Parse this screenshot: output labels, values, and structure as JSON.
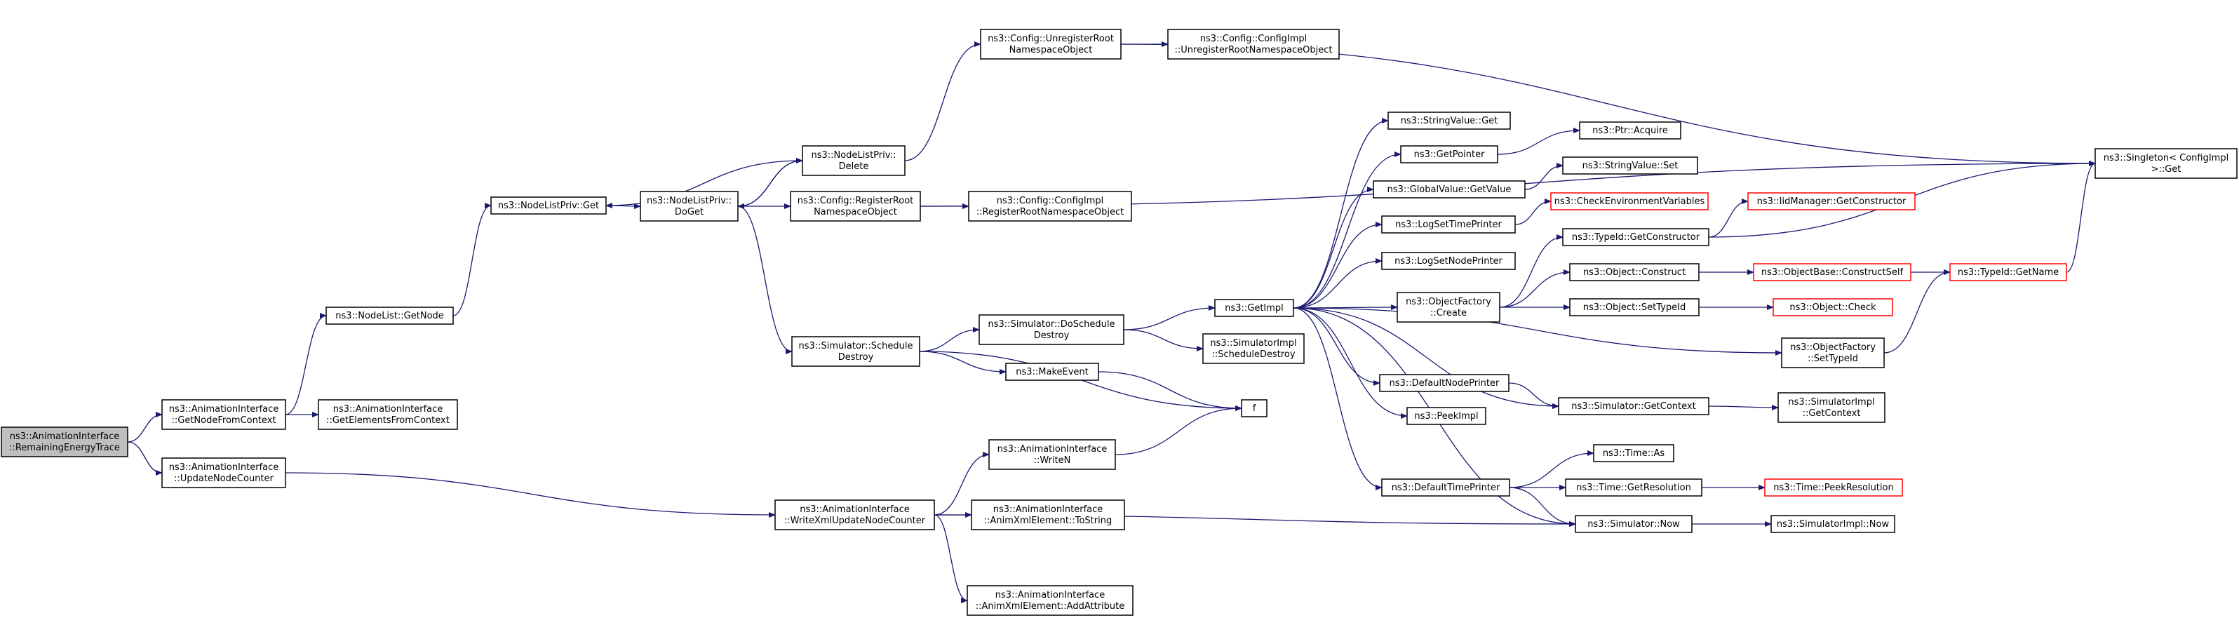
{
  "colors": {
    "edge": "#191970",
    "node_border": "#000000",
    "node_border_truncated": "#ff0000",
    "node_fill": "#ffffff",
    "root_fill": "#bfbfbf"
  },
  "nodes": [
    {
      "id": "n1",
      "lines": [
        "ns3::AnimationInterface",
        "::RemainingEnergyTrace"
      ],
      "style": "root"
    },
    {
      "id": "n2",
      "lines": [
        "ns3::AnimationInterface",
        "::GetNodeFromContext"
      ],
      "style": "normal"
    },
    {
      "id": "n3",
      "lines": [
        "ns3::AnimationInterface",
        "::UpdateNodeCounter"
      ],
      "style": "normal"
    },
    {
      "id": "n4",
      "lines": [
        "ns3::NodeList::GetNode"
      ],
      "style": "normal"
    },
    {
      "id": "n5",
      "lines": [
        "ns3::AnimationInterface",
        "::GetElementsFromContext"
      ],
      "style": "normal"
    },
    {
      "id": "n6",
      "lines": [
        "ns3::NodeListPriv::Get"
      ],
      "style": "normal"
    },
    {
      "id": "n7",
      "lines": [
        "ns3::NodeListPriv::",
        "DoGet"
      ],
      "style": "normal"
    },
    {
      "id": "n8",
      "lines": [
        "ns3::NodeListPriv::",
        "Delete"
      ],
      "style": "normal"
    },
    {
      "id": "n9",
      "lines": [
        "ns3::Config::RegisterRoot",
        "NamespaceObject"
      ],
      "style": "normal"
    },
    {
      "id": "n10",
      "lines": [
        "ns3::Config::ConfigImpl",
        "::RegisterRootNamespaceObject"
      ],
      "style": "normal"
    },
    {
      "id": "n11",
      "lines": [
        "ns3::Config::UnregisterRoot",
        "NamespaceObject"
      ],
      "style": "normal"
    },
    {
      "id": "n12",
      "lines": [
        "ns3::Config::ConfigImpl",
        "::UnregisterRootNamespaceObject"
      ],
      "style": "normal"
    },
    {
      "id": "n13",
      "lines": [
        "ns3::Simulator::Schedule",
        "Destroy"
      ],
      "style": "normal"
    },
    {
      "id": "n14",
      "lines": [
        "ns3::Simulator::DoSchedule",
        "Destroy"
      ],
      "style": "normal"
    },
    {
      "id": "n15",
      "lines": [
        "ns3::MakeEvent"
      ],
      "style": "normal"
    },
    {
      "id": "n16",
      "lines": [
        "f"
      ],
      "style": "normal"
    },
    {
      "id": "n17",
      "lines": [
        "ns3::GetImpl"
      ],
      "style": "normal"
    },
    {
      "id": "n18",
      "lines": [
        "ns3::SimulatorImpl",
        "::ScheduleDestroy"
      ],
      "style": "normal"
    },
    {
      "id": "n19",
      "lines": [
        "ns3::AnimationInterface",
        "::WriteXmlUpdateNodeCounter"
      ],
      "style": "normal"
    },
    {
      "id": "n20",
      "lines": [
        "ns3::AnimationInterface",
        "::WriteN"
      ],
      "style": "normal"
    },
    {
      "id": "n21",
      "lines": [
        "ns3::AnimationInterface",
        "::AnimXmlElement::ToString"
      ],
      "style": "normal"
    },
    {
      "id": "n22",
      "lines": [
        "ns3::AnimationInterface",
        "::AnimXmlElement::AddAttribute"
      ],
      "style": "normal"
    },
    {
      "id": "n23",
      "lines": [
        "ns3::StringValue::Get"
      ],
      "style": "normal"
    },
    {
      "id": "n24",
      "lines": [
        "ns3::GetPointer"
      ],
      "style": "normal"
    },
    {
      "id": "n25",
      "lines": [
        "ns3::GlobalValue::GetValue"
      ],
      "style": "normal"
    },
    {
      "id": "n26",
      "lines": [
        "ns3::LogSetTimePrinter"
      ],
      "style": "normal"
    },
    {
      "id": "n27",
      "lines": [
        "ns3::LogSetNodePrinter"
      ],
      "style": "normal"
    },
    {
      "id": "n28",
      "lines": [
        "ns3::ObjectFactory",
        "::Create"
      ],
      "style": "normal"
    },
    {
      "id": "n29",
      "lines": [
        "ns3::DefaultNodePrinter"
      ],
      "style": "normal"
    },
    {
      "id": "n30",
      "lines": [
        "ns3::PeekImpl"
      ],
      "style": "normal"
    },
    {
      "id": "n31",
      "lines": [
        "ns3::DefaultTimePrinter"
      ],
      "style": "normal"
    },
    {
      "id": "n32",
      "lines": [
        "ns3::Ptr::Acquire"
      ],
      "style": "normal"
    },
    {
      "id": "n33",
      "lines": [
        "ns3::StringValue::Set"
      ],
      "style": "normal"
    },
    {
      "id": "n34",
      "lines": [
        "ns3::CheckEnvironmentVariables"
      ],
      "style": "truncated"
    },
    {
      "id": "n35",
      "lines": [
        "ns3::TypeId::GetConstructor"
      ],
      "style": "normal"
    },
    {
      "id": "n36",
      "lines": [
        "ns3::Object::Construct"
      ],
      "style": "normal"
    },
    {
      "id": "n37",
      "lines": [
        "ns3::Object::SetTypeId"
      ],
      "style": "normal"
    },
    {
      "id": "n38",
      "lines": [
        "ns3::ObjectFactory",
        "::SetTypeId"
      ],
      "style": "normal"
    },
    {
      "id": "n39",
      "lines": [
        "ns3::Simulator::GetContext"
      ],
      "style": "normal"
    },
    {
      "id": "n40",
      "lines": [
        "ns3::Time::As"
      ],
      "style": "normal"
    },
    {
      "id": "n41",
      "lines": [
        "ns3::Time::GetResolution"
      ],
      "style": "normal"
    },
    {
      "id": "n42",
      "lines": [
        "ns3::Simulator::Now"
      ],
      "style": "normal"
    },
    {
      "id": "n43",
      "lines": [
        "ns3::IidManager::GetConstructor"
      ],
      "style": "truncated"
    },
    {
      "id": "n44",
      "lines": [
        "ns3::ObjectBase::ConstructSelf"
      ],
      "style": "truncated"
    },
    {
      "id": "n45",
      "lines": [
        "ns3::TypeId::GetName"
      ],
      "style": "truncated"
    },
    {
      "id": "n46",
      "lines": [
        "ns3::Object::Check"
      ],
      "style": "truncated"
    },
    {
      "id": "n47",
      "lines": [
        "ns3::SimulatorImpl",
        "::GetContext"
      ],
      "style": "normal"
    },
    {
      "id": "n48",
      "lines": [
        "ns3::Time::PeekResolution"
      ],
      "style": "truncated"
    },
    {
      "id": "n49",
      "lines": [
        "ns3::SimulatorImpl::Now"
      ],
      "style": "normal"
    },
    {
      "id": "n50",
      "lines": [
        "ns3::Singleton< ConfigImpl",
        " >::Get"
      ],
      "style": "normal"
    }
  ],
  "edges": [
    [
      "n1",
      "n2"
    ],
    [
      "n1",
      "n3"
    ],
    [
      "n2",
      "n4"
    ],
    [
      "n2",
      "n5"
    ],
    [
      "n4",
      "n6"
    ],
    [
      "n6",
      "n7"
    ],
    [
      "n7",
      "n8"
    ],
    [
      "n7",
      "n9"
    ],
    [
      "n7",
      "n13"
    ],
    [
      "n8",
      "n6"
    ],
    [
      "n8",
      "n7"
    ],
    [
      "n8",
      "n11"
    ],
    [
      "n9",
      "n10"
    ],
    [
      "n9",
      "n50"
    ],
    [
      "n11",
      "n12"
    ],
    [
      "n11",
      "n50"
    ],
    [
      "n13",
      "n14"
    ],
    [
      "n13",
      "n15"
    ],
    [
      "n13",
      "n16"
    ],
    [
      "n14",
      "n17"
    ],
    [
      "n14",
      "n18"
    ],
    [
      "n15",
      "n16"
    ],
    [
      "n3",
      "n19"
    ],
    [
      "n19",
      "n20"
    ],
    [
      "n19",
      "n21"
    ],
    [
      "n19",
      "n22"
    ],
    [
      "n19",
      "n42"
    ],
    [
      "n20",
      "n16"
    ],
    [
      "n17",
      "n23"
    ],
    [
      "n17",
      "n24"
    ],
    [
      "n17",
      "n25"
    ],
    [
      "n17",
      "n26"
    ],
    [
      "n17",
      "n27"
    ],
    [
      "n17",
      "n28"
    ],
    [
      "n17",
      "n38"
    ],
    [
      "n17",
      "n29"
    ],
    [
      "n17",
      "n30"
    ],
    [
      "n17",
      "n31"
    ],
    [
      "n17",
      "n39"
    ],
    [
      "n17",
      "n42"
    ],
    [
      "n24",
      "n32"
    ],
    [
      "n25",
      "n33"
    ],
    [
      "n26",
      "n34"
    ],
    [
      "n28",
      "n35"
    ],
    [
      "n28",
      "n36"
    ],
    [
      "n28",
      "n37"
    ],
    [
      "n35",
      "n43"
    ],
    [
      "n35",
      "n50"
    ],
    [
      "n36",
      "n44"
    ],
    [
      "n44",
      "n45"
    ],
    [
      "n45",
      "n50"
    ],
    [
      "n37",
      "n46"
    ],
    [
      "n38",
      "n45"
    ],
    [
      "n29",
      "n39"
    ],
    [
      "n39",
      "n47"
    ],
    [
      "n31",
      "n40"
    ],
    [
      "n31",
      "n41"
    ],
    [
      "n31",
      "n42"
    ],
    [
      "n41",
      "n48"
    ],
    [
      "n42",
      "n49"
    ]
  ]
}
